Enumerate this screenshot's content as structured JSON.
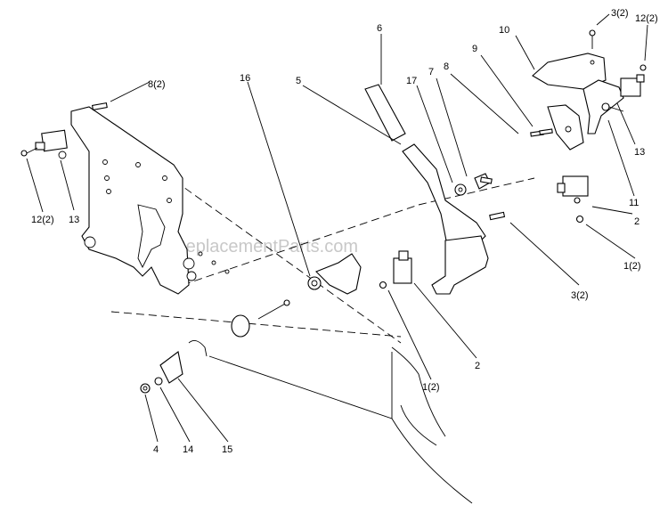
{
  "watermark": "eReplacementParts.com",
  "callouts": [
    {
      "id": "c-6",
      "text": "6"
    },
    {
      "id": "c-10",
      "text": "10"
    },
    {
      "id": "c-3-2-top",
      "text": "3(2)"
    },
    {
      "id": "c-12-2-right",
      "text": "12(2)"
    },
    {
      "id": "c-9",
      "text": "9"
    },
    {
      "id": "c-8",
      "text": "8"
    },
    {
      "id": "c-7",
      "text": "7"
    },
    {
      "id": "c-17",
      "text": "17"
    },
    {
      "id": "c-5",
      "text": "5"
    },
    {
      "id": "c-16",
      "text": "16"
    },
    {
      "id": "c-8-2",
      "text": "8(2)"
    },
    {
      "id": "c-12-2-left",
      "text": "12(2)"
    },
    {
      "id": "c-13-left",
      "text": "13"
    },
    {
      "id": "c-13-right",
      "text": "13"
    },
    {
      "id": "c-11",
      "text": "11"
    },
    {
      "id": "c-2-right",
      "text": "2"
    },
    {
      "id": "c-1-2-right",
      "text": "1(2)"
    },
    {
      "id": "c-3-2-mid",
      "text": "3(2)"
    },
    {
      "id": "c-2-mid",
      "text": "2"
    },
    {
      "id": "c-1-2-mid",
      "text": "1(2)"
    },
    {
      "id": "c-4",
      "text": "4"
    },
    {
      "id": "c-14",
      "text": "14"
    },
    {
      "id": "c-15",
      "text": "15"
    }
  ]
}
